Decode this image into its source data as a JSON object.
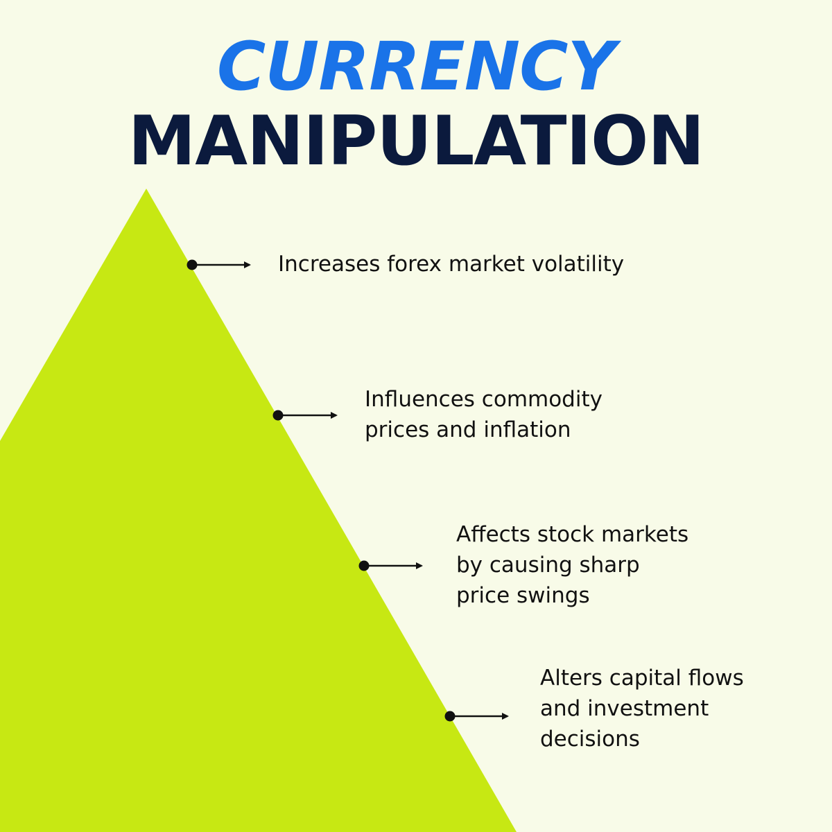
{
  "title": {
    "line1": "CURRENCY",
    "line2": "MANIPULATION"
  },
  "colors": {
    "background": "#f8fbe8",
    "accent_blue": "#1a73e8",
    "navy": "#0b1a3d",
    "pyramid_green": "#c7e813",
    "ink": "#111111"
  },
  "callouts": [
    {
      "text": "Increases forex market volatility"
    },
    {
      "text": "Influences commodity\nprices and inflation"
    },
    {
      "text": "Affects stock markets\nby causing sharp\nprice swings"
    },
    {
      "text": "Alters capital flows\nand investment\ndecisions"
    }
  ]
}
